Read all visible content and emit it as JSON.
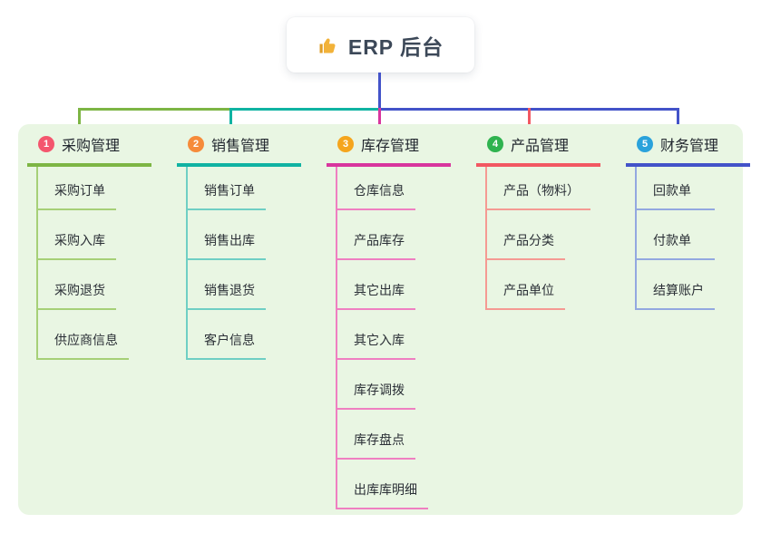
{
  "root": {
    "title": "ERP 后台",
    "icon": "thumbs-up-icon",
    "icon_color": "#f2b239",
    "trunk_color": "#4353c9"
  },
  "panel": {
    "background": "#e9f6e3"
  },
  "branches": [
    {
      "badge": "1",
      "label": "采购管理",
      "badge_color": "#f4566e",
      "line_color": "#7db544",
      "sub_line_color": "#a6d077",
      "items": [
        "采购订单",
        "采购入库",
        "采购退货",
        "供应商信息"
      ]
    },
    {
      "badge": "2",
      "label": "销售管理",
      "badge_color": "#f68b3a",
      "line_color": "#10b3a2",
      "sub_line_color": "#6fcfc4",
      "items": [
        "销售订单",
        "销售出库",
        "销售退货",
        "客户信息"
      ]
    },
    {
      "badge": "3",
      "label": "库存管理",
      "badge_color": "#f5a51d",
      "line_color": "#d8359e",
      "sub_line_color": "#ef7fc1",
      "items": [
        "仓库信息",
        "产品库存",
        "其它出库",
        "其它入库",
        "库存调拨",
        "库存盘点",
        "出库库明细"
      ]
    },
    {
      "badge": "4",
      "label": "产品管理",
      "badge_color": "#2fb34f",
      "line_color": "#f25862",
      "sub_line_color": "#f59a93",
      "items": [
        "产品（物料）",
        "产品分类",
        "产品单位"
      ]
    },
    {
      "badge": "5",
      "label": "财务管理",
      "badge_color": "#2aa2db",
      "line_color": "#4353c9",
      "sub_line_color": "#93a8e0",
      "items": [
        "回款单",
        "付款单",
        "结算账户"
      ]
    }
  ]
}
